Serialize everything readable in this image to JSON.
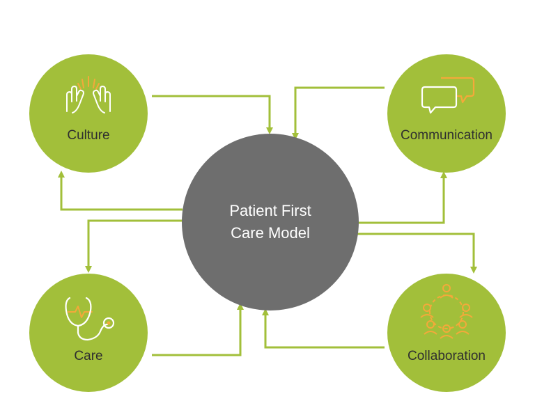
{
  "center": {
    "line1": "Patient First",
    "line2": "Care Model"
  },
  "nodes": {
    "culture": {
      "label": "Culture",
      "icon": "raised-hands-icon"
    },
    "communication": {
      "label": "Communication",
      "icon": "speech-bubbles-icon"
    },
    "care": {
      "label": "Care",
      "icon": "stethoscope-icon"
    },
    "collaboration": {
      "label": "Collaboration",
      "icon": "people-circle-icon"
    }
  },
  "colors": {
    "node_fill": "#a2bf3a",
    "center_fill": "#6e6e6e",
    "arrow": "#a2bf3a",
    "icon_white": "#ffffff",
    "icon_orange": "#f4a93a",
    "text_dark": "#2f2f2f"
  }
}
